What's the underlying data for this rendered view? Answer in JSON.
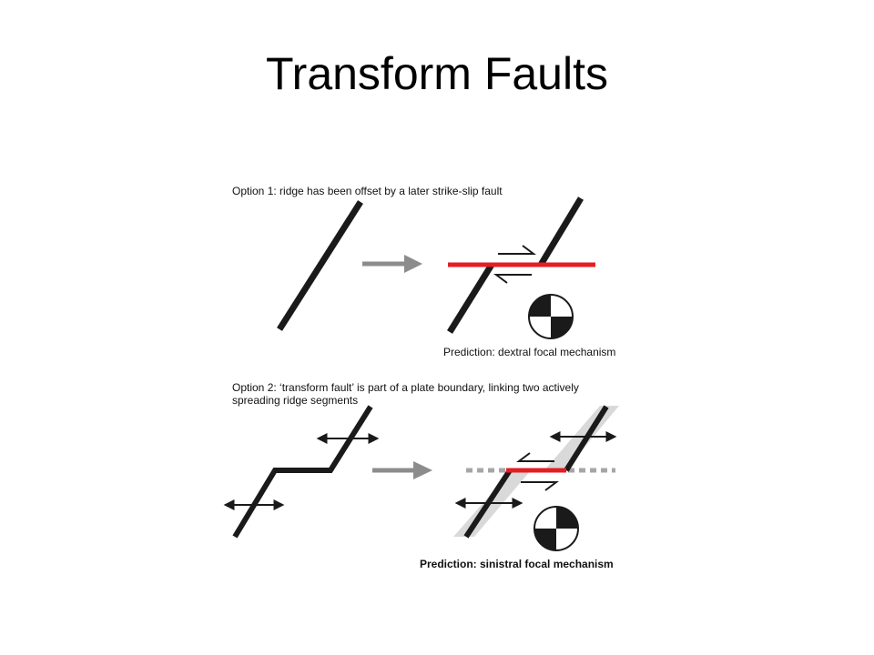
{
  "title": "Transform Faults",
  "option1": {
    "caption": "Option 1: ridge has been offset by a later strike-slip fault",
    "prediction": "Prediction: dextral focal mechanism"
  },
  "option2": {
    "caption_line1": "Option 2: ‘transform fault’ is part of a plate boundary, linking two actively",
    "caption_line2": "spreading ridge segments",
    "prediction": "Prediction: sinistral focal mechanism"
  },
  "colors": {
    "ridge": "#1a1a1a",
    "fault": "#e31e24",
    "arrow": "#8c8c8c",
    "spreading_zone": "#d9d9d9",
    "inactive_fracture": "#a6a6a6"
  }
}
